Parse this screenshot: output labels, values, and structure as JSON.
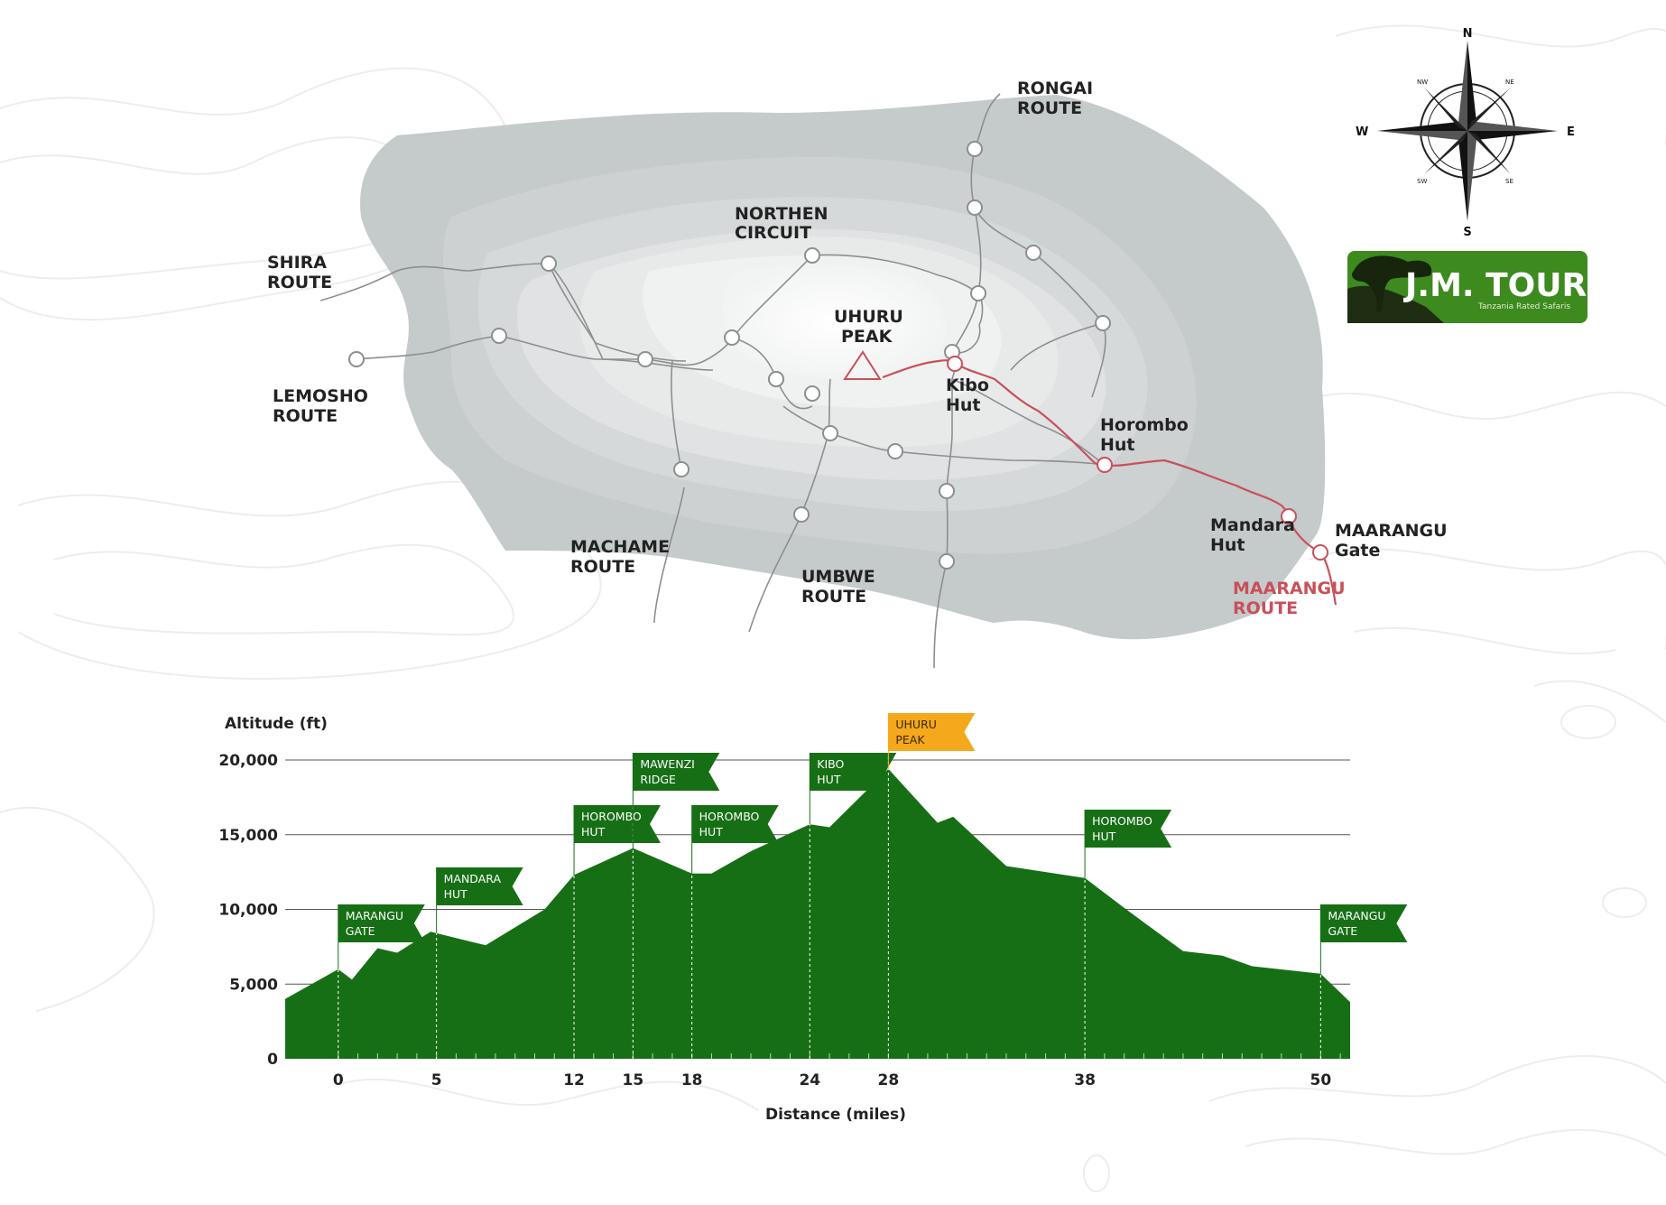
{
  "map": {
    "route_labels": {
      "rongai": [
        "RONGAI",
        "ROUTE"
      ],
      "northern": [
        "NORTHEN",
        "CIRCUIT"
      ],
      "shira": [
        "SHIRA",
        "ROUTE"
      ],
      "lemosho": [
        "LEMOSHO",
        "ROUTE"
      ],
      "machame": [
        "MACHAME",
        "ROUTE"
      ],
      "umbwe": [
        "UMBWE",
        "ROUTE"
      ],
      "marangu": [
        "MAARANGU",
        "ROUTE"
      ]
    },
    "place_labels": {
      "uhuru": [
        "UHURU",
        "PEAK"
      ],
      "kibo": [
        "Kibo",
        "Hut"
      ],
      "horombo": [
        "Horombo",
        "Hut"
      ],
      "mandara": [
        "Mandara",
        "Hut"
      ],
      "gate": [
        "MAARANGU",
        "Gate"
      ]
    },
    "colors": {
      "route_highlight": "#c8505a",
      "mountain": "#c3c8c8",
      "trail": "#8c8f90"
    }
  },
  "compass": {
    "n": "N",
    "s": "S",
    "e": "E",
    "w": "W",
    "ne": "NE",
    "nw": "NW",
    "se": "SE",
    "sw": "SW"
  },
  "logo": {
    "name": "J.M. TOURS",
    "tagline": "Tanzania Rated Safaris",
    "color": "#3d8a1e"
  },
  "chart_data": {
    "type": "area",
    "ylabel": "Altitude (ft)",
    "xlabel": "Distance (miles)",
    "ylim": [
      0,
      20000
    ],
    "yticks": [
      "0",
      "5,000",
      "10,000",
      "15,000",
      "20,000"
    ],
    "xticks": [
      "0",
      "5",
      "12",
      "15",
      "18",
      "24",
      "28",
      "38",
      "50"
    ],
    "xtick_values": [
      0,
      5,
      12,
      15,
      18,
      24,
      28,
      38,
      50
    ],
    "series": [
      {
        "x": [
          -2.7,
          0,
          0.7,
          2,
          3,
          4.7,
          7.5,
          10.5,
          12,
          15,
          18,
          19,
          21,
          24,
          25,
          28,
          30.5,
          31.3,
          34,
          38,
          40,
          43,
          45,
          46.5,
          50,
          51.5
        ],
        "y": [
          4000,
          6000,
          5300,
          7400,
          7100,
          8500,
          7600,
          10000,
          12300,
          14100,
          12400,
          12400,
          13900,
          15700,
          15500,
          19400,
          15800,
          16200,
          12900,
          12100,
          10100,
          7200,
          6900,
          6200,
          5700,
          3800
        ]
      }
    ],
    "annotations": [
      {
        "lines": [
          "MARANGU",
          "GATE"
        ],
        "x": 0,
        "color": "#176f15"
      },
      {
        "lines": [
          "MANDARA",
          "HUT"
        ],
        "x": 5,
        "color": "#176f15"
      },
      {
        "lines": [
          "HOROMBO",
          "HUT"
        ],
        "x": 12,
        "color": "#176f15"
      },
      {
        "lines": [
          "MAWENZI",
          "RIDGE"
        ],
        "x": 15,
        "color": "#176f15"
      },
      {
        "lines": [
          "HOROMBO",
          "HUT"
        ],
        "x": 18,
        "color": "#176f15"
      },
      {
        "lines": [
          "KIBO",
          "HUT"
        ],
        "x": 24,
        "color": "#176f15"
      },
      {
        "lines": [
          "UHURU",
          "PEAK"
        ],
        "x": 28,
        "color": "#f4a81c"
      },
      {
        "lines": [
          "HOROMBO",
          "HUT"
        ],
        "x": 38,
        "color": "#176f15"
      },
      {
        "lines": [
          "MARANGU",
          "GATE"
        ],
        "x": 50,
        "color": "#176f15"
      }
    ],
    "fill_color": "#176f15",
    "grid": true
  }
}
